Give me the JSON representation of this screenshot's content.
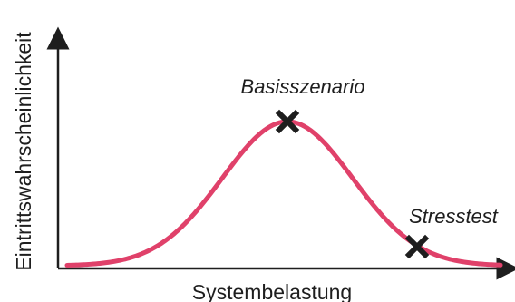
{
  "axes": {
    "y_label": "Eintrittswahrscheinlichkeit",
    "x_label": "Systembelastung"
  },
  "points": [
    {
      "label": "Basisszenario",
      "marker": "x-mark-icon"
    },
    {
      "label": "Stresstest",
      "marker": "x-mark-icon"
    }
  ],
  "colors": {
    "curve": "#e0416a",
    "axes": "#1e1e1e",
    "markers": "#1e1e1e",
    "text": "#1e1e1e"
  }
}
